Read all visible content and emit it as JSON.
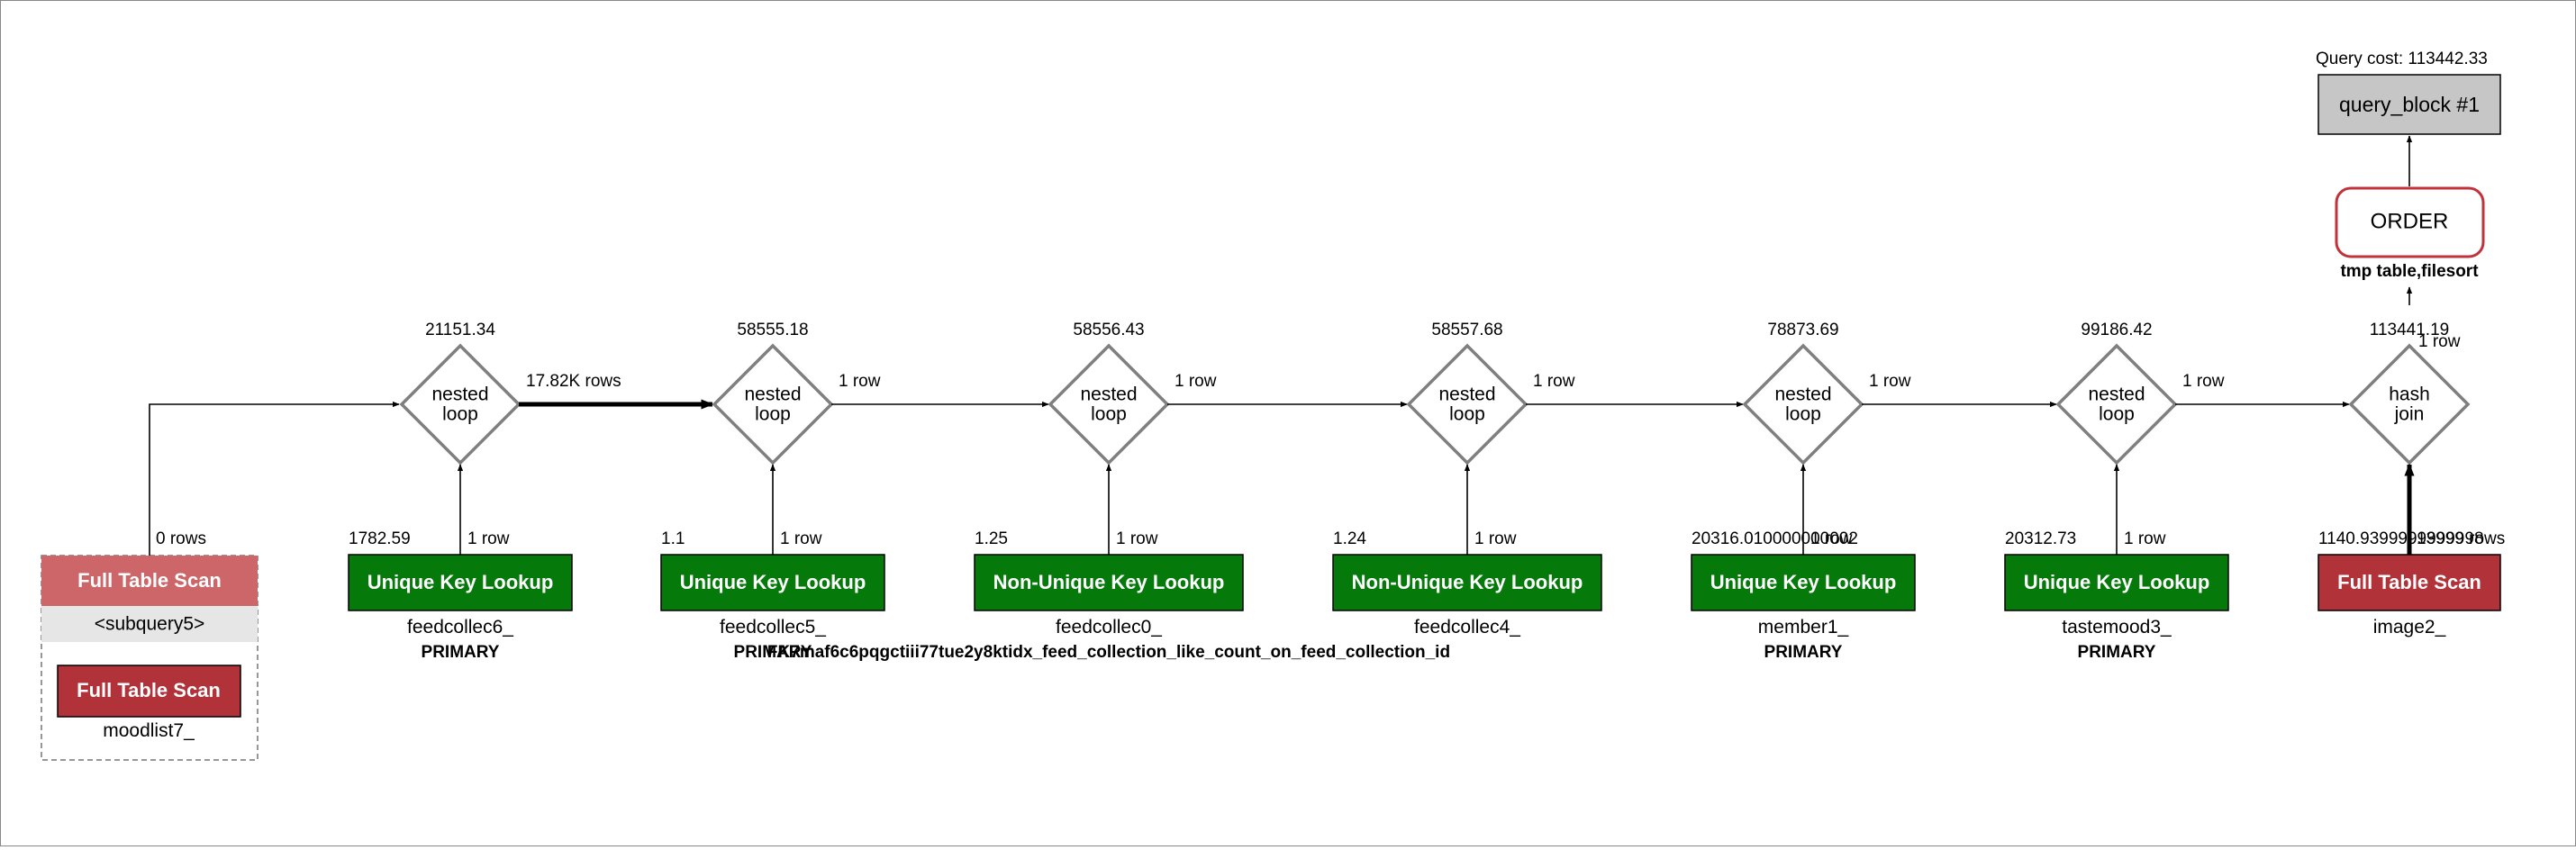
{
  "query_cost_label": "Query cost: 113442.33",
  "query_block_label": "query_block #1",
  "order": {
    "label": "ORDER",
    "note": "tmp table,filesort"
  },
  "colors": {
    "unique_lookup": "#057a0b",
    "full_scan": "#b2323a",
    "full_scan_light": "#cc6668",
    "subquery_band": "#e6e6e6",
    "diamond_stroke": "#7f7f7f",
    "order_stroke": "#c0333a",
    "query_block_fill": "#c6c6c6"
  },
  "subquery": {
    "header": "Full Table Scan",
    "band": "<subquery5>",
    "inner_scan": "Full Table Scan",
    "inner_table": "moodlist7_",
    "rows_label": "0 rows"
  },
  "joins": [
    {
      "cost": "21151.34",
      "label": "nested\nloop",
      "line1": "nested",
      "line2": "loop",
      "out_rows": "17.82K rows"
    },
    {
      "cost": "58555.18",
      "line1": "nested",
      "line2": "loop",
      "out_rows": "1 row"
    },
    {
      "cost": "58556.43",
      "line1": "nested",
      "line2": "loop",
      "out_rows": "1 row"
    },
    {
      "cost": "58557.68",
      "line1": "nested",
      "line2": "loop",
      "out_rows": "1 row"
    },
    {
      "cost": "78873.69",
      "line1": "nested",
      "line2": "loop",
      "out_rows": "1 row"
    },
    {
      "cost": "99186.42",
      "line1": "nested",
      "line2": "loop",
      "out_rows": "1 row"
    },
    {
      "cost": "113441.19",
      "line1": "hash",
      "line2": "join",
      "out_rows": "1 row"
    }
  ],
  "tables": [
    {
      "cost": "1782.59",
      "rows": "1 row",
      "access": "Unique Key Lookup",
      "table": "feedcollec6_",
      "key": "PRIMARY"
    },
    {
      "cost": "1.1",
      "rows": "1 row",
      "access": "Unique Key Lookup",
      "table": "feedcollec5_",
      "key": "PRIMARY"
    },
    {
      "cost": "1.25",
      "rows": "1 row",
      "access": "Non-Unique Key Lookup",
      "table": "feedcollec0_",
      "key": "FK7maf6c6pqgctiii77tue2y8ktidx_feed_collection_like_count_on_feed_collection_id"
    },
    {
      "cost": "1.24",
      "rows": "1 row",
      "access": "Non-Unique Key Lookup",
      "table": "feedcollec4_",
      "key": ""
    },
    {
      "cost": "20316.010000000002",
      "rows": "1 row",
      "access": "Unique Key Lookup",
      "table": "member1_",
      "key": "PRIMARY"
    },
    {
      "cost": "20312.73",
      "rows": "1 row",
      "access": "Unique Key Lookup",
      "table": "tastemood3_",
      "key": "PRIMARY"
    },
    {
      "cost": "1140.9399999999998",
      "rows": "13999 rows",
      "access": "Full Table Scan",
      "table": "image2_",
      "key": ""
    }
  ]
}
